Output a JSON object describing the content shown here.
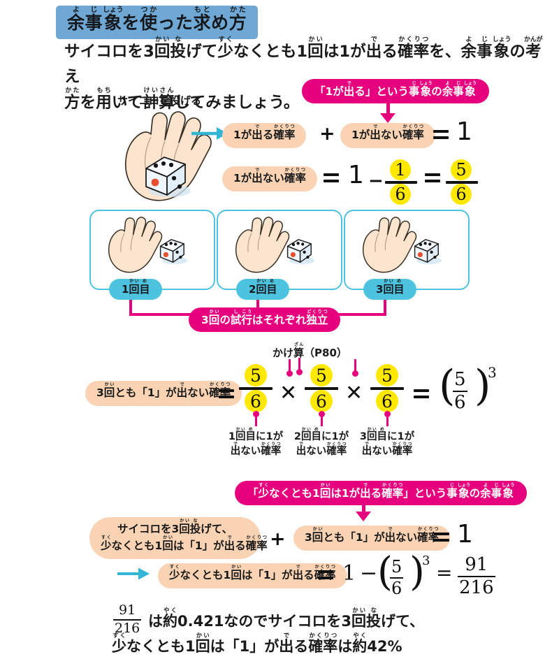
{
  "title": {
    "text": "余事象を使った求め方",
    "ruby": [
      {
        "base": "余",
        "rt": "よ"
      },
      {
        "base": "事",
        "rt": "じ"
      },
      {
        "base": "象",
        "rt": "しょう"
      },
      {
        "base": "使",
        "rt": "つか"
      },
      {
        "base": "求",
        "rt": "もと"
      },
      {
        "base": "方",
        "rt": "かた"
      }
    ],
    "background_color": "#6fa8d4"
  },
  "intro": {
    "line1": "サイコロを3回投げて少なくとも1回は1が出る確率を、余事象の考え",
    "line2": "方を用いて計算してみましょう。",
    "full_text": "サイコロを3回投げて少なくとも1回は1が出る確率を、余事象の考え方を用いて計算してみましょう。"
  },
  "throw_label": {
    "text": "サイコロを投げる"
  },
  "banner1": {
    "text": "「1が出る」という事象の余事象",
    "color": "#e6007e"
  },
  "eq_row1": {
    "pill_left": "1が出る確率",
    "plus": "+",
    "pill_right": "1が出ない確率",
    "equals": "=",
    "result": "1"
  },
  "eq_row2": {
    "pill": "1が出ない確率",
    "equals": "=",
    "one": "1",
    "minus": "−",
    "frac1": {
      "num": "1",
      "den": "6"
    },
    "equals2": "=",
    "frac2": {
      "num": "5",
      "den": "6"
    }
  },
  "dice_boxes": [
    {
      "label": "1回目",
      "label_ruby": "かいめ"
    },
    {
      "label": "2回目",
      "label_ruby": "かいめ"
    },
    {
      "label": "3回目",
      "label_ruby": "かいめ"
    }
  ],
  "banner2": {
    "text": "3回の試行はそれぞれ独立",
    "color": "#e6007e"
  },
  "multiply_note": {
    "text": "かけ算（P80）"
  },
  "eq_row3": {
    "pill": "3回とも「1」が出ない確率",
    "equals": "=",
    "factors": [
      {
        "num": "5",
        "den": "6"
      },
      {
        "num": "5",
        "den": "6"
      },
      {
        "num": "5",
        "den": "6"
      }
    ],
    "times": "✕",
    "equals2": "=",
    "result": {
      "num": "5",
      "den": "6",
      "exponent": "3"
    }
  },
  "factor_captions": [
    {
      "line1": "1回目に1が",
      "line2": "出ない確率"
    },
    {
      "line1": "2回目に1が",
      "line2": "出ない確率"
    },
    {
      "line1": "3回目に1が",
      "line2": "出ない確率"
    }
  ],
  "banner3": {
    "text": "「少なくとも1回は1が出る確率」という事象の余事象",
    "color": "#e6007e"
  },
  "eq_row4": {
    "pill_left_line1": "サイコロを3回投げて、",
    "pill_left_line2": "少なくとも1回は「1」が出る確率",
    "plus": "+",
    "pill_right": "3回とも「1」が出ない確率",
    "equals": "=",
    "result": "1"
  },
  "eq_row5": {
    "pill": "少なくとも1回は「1」が出る確率",
    "equals": "=",
    "one": "1",
    "minus": "−",
    "base": {
      "num": "5",
      "den": "6"
    },
    "exponent": "3",
    "equals2": "=",
    "result": {
      "num": "91",
      "den": "216"
    }
  },
  "closing": {
    "frac": {
      "num": "91",
      "den": "216"
    },
    "line1": "は約0.421なのでサイコロを3回投げて、",
    "line2": "少なくとも1回は「1」が出る確率は約42%"
  },
  "colors": {
    "title_blue": "#6fa8d4",
    "magenta": "#e6007e",
    "peach": "#f9d3b4",
    "cyan": "#4ec3e0",
    "yellow": "#ffe800",
    "die_red": "#e8502c",
    "skin": "#fde4cf"
  }
}
